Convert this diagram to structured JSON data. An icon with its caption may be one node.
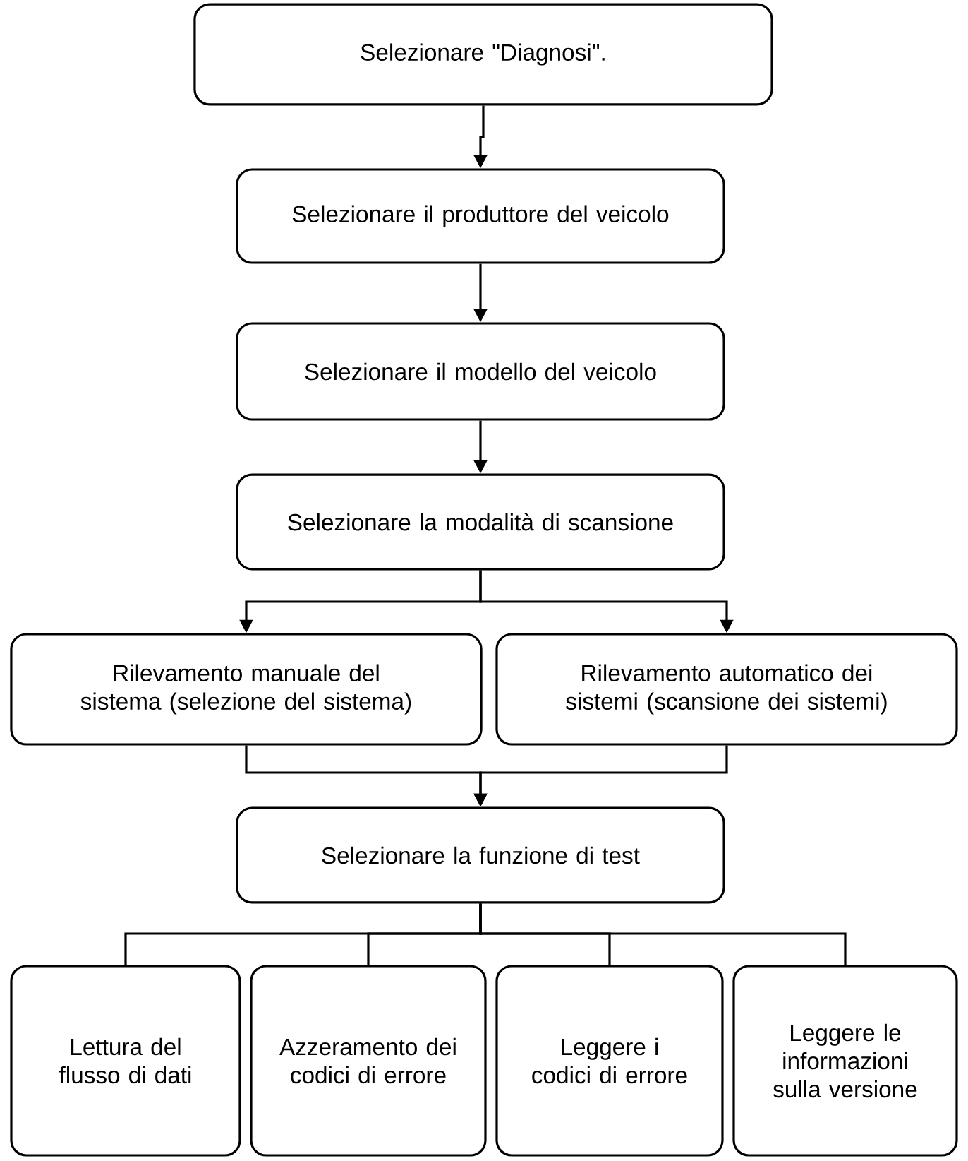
{
  "diagram": {
    "nodes": [
      {
        "text": [
          "Selezionare \"Diagnosi\"."
        ]
      },
      {
        "text": [
          "Selezionare il produttore del veicolo"
        ]
      },
      {
        "text": [
          "Selezionare il modello del veicolo"
        ]
      },
      {
        "text": [
          "Selezionare la modalità di scansione"
        ]
      },
      {
        "text": [
          "Rilevamento manuale del sistema (selezione del sistema)"
        ]
      },
      {
        "text": [
          "Rilevamento automatico dei sistemi (scansione dei sistemi)"
        ]
      },
      {
        "text": [
          "Selezionare la funzione di test"
        ]
      },
      {
        "text": [
          "Lettura del flusso di dati"
        ]
      },
      {
        "text": [
          "Azzeramento dei codici di errore"
        ]
      },
      {
        "text": [
          "Leggere i codici di errore"
        ]
      },
      {
        "text": [
          "Leggere le informazioni sulla versione"
        ]
      }
    ],
    "edges": [
      {
        "from": 0,
        "to": 1,
        "arrow": "to"
      },
      {
        "from": 1,
        "to": 2,
        "arrow": "to"
      },
      {
        "from": 2,
        "to": 3,
        "arrow": "to"
      },
      {
        "from": 3,
        "to": 4,
        "arrow": "to"
      },
      {
        "from": 3,
        "to": 5,
        "arrow": "to"
      },
      {
        "from": 4,
        "to": 6,
        "arrow": "to"
      },
      {
        "from": 5,
        "to": 6,
        "arrow": "to"
      },
      {
        "from": 6,
        "to": 7,
        "arrow": "none"
      },
      {
        "from": 6,
        "to": 8,
        "arrow": "none"
      },
      {
        "from": 6,
        "to": 9,
        "arrow": "none"
      },
      {
        "from": 6,
        "to": 10,
        "arrow": "none"
      }
    ]
  }
}
